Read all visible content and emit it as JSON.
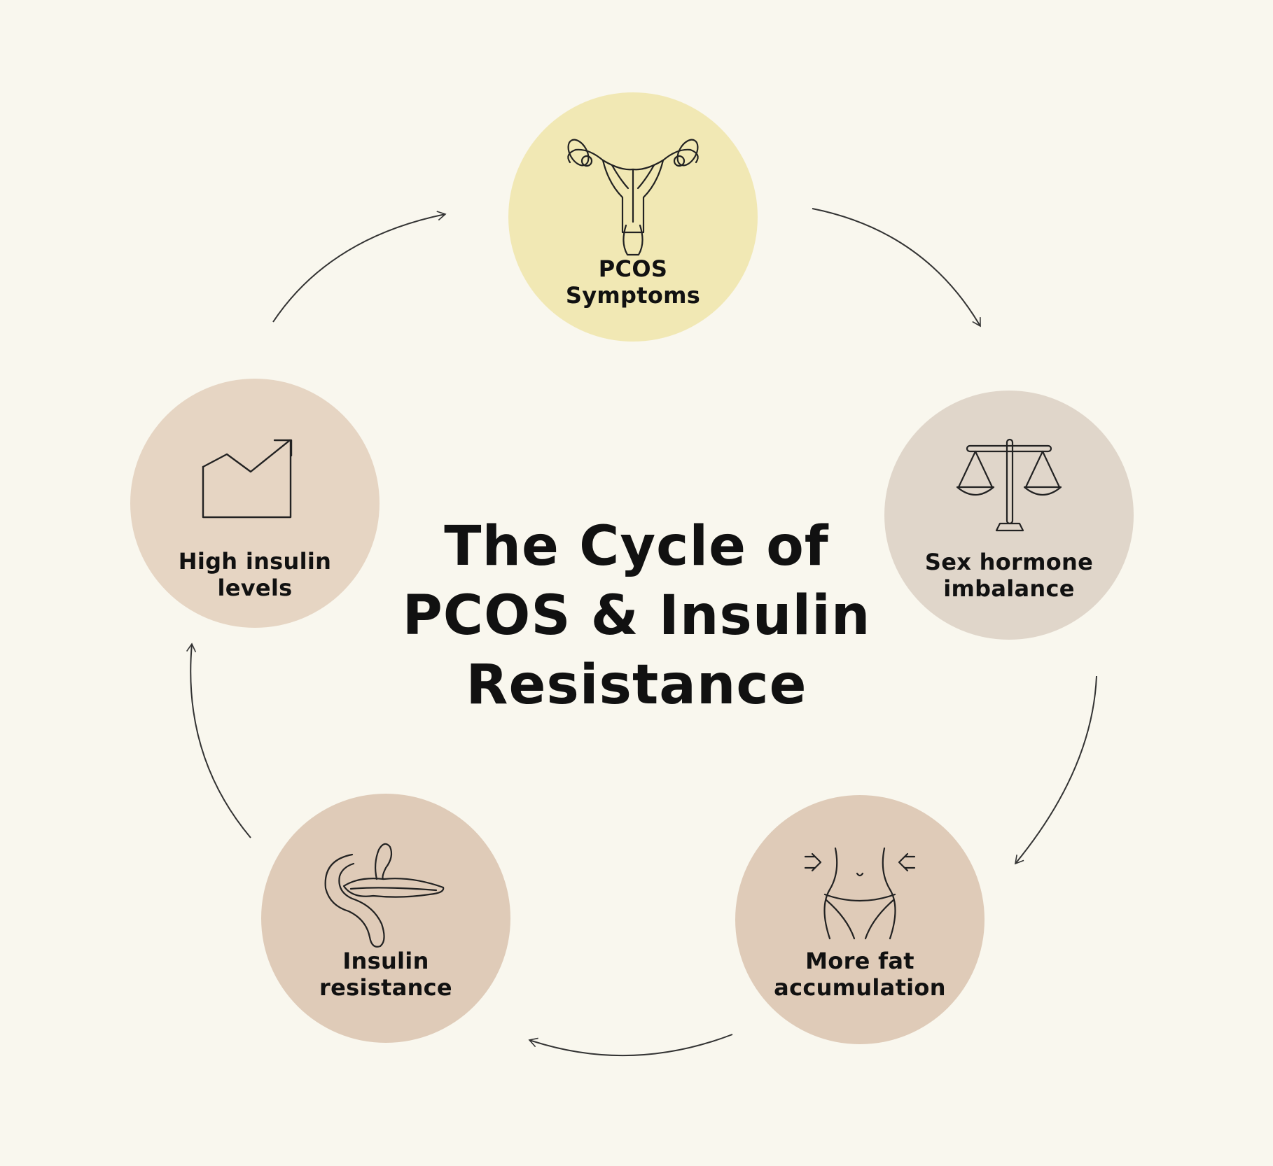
{
  "title": {
    "line1": "The Cycle of",
    "line2": "PCOS & Insulin",
    "line3": "Resistance"
  },
  "colors": {
    "background": "#f9f7ee",
    "pcos_circle": "#f1e8b4",
    "hormone_circle": "#e0d6ca",
    "high_insulin_circle": "#e6d5c3",
    "resistance_circle": "#dfcbb8",
    "fat_circle": "#dfcbb8",
    "line": "#333333"
  },
  "nodes": {
    "pcos": {
      "label": "PCOS\nSymptoms",
      "icon": "uterus-icon"
    },
    "hormone": {
      "label": "Sex hormone\nimbalance",
      "icon": "balance-scale-icon"
    },
    "fat": {
      "label": "More fat\naccumulation",
      "icon": "waist-icon"
    },
    "resistance": {
      "label": "Insulin\nresistance",
      "icon": "pancreas-icon"
    },
    "high": {
      "label": "High insulin\nlevels",
      "icon": "rising-chart-icon"
    }
  }
}
